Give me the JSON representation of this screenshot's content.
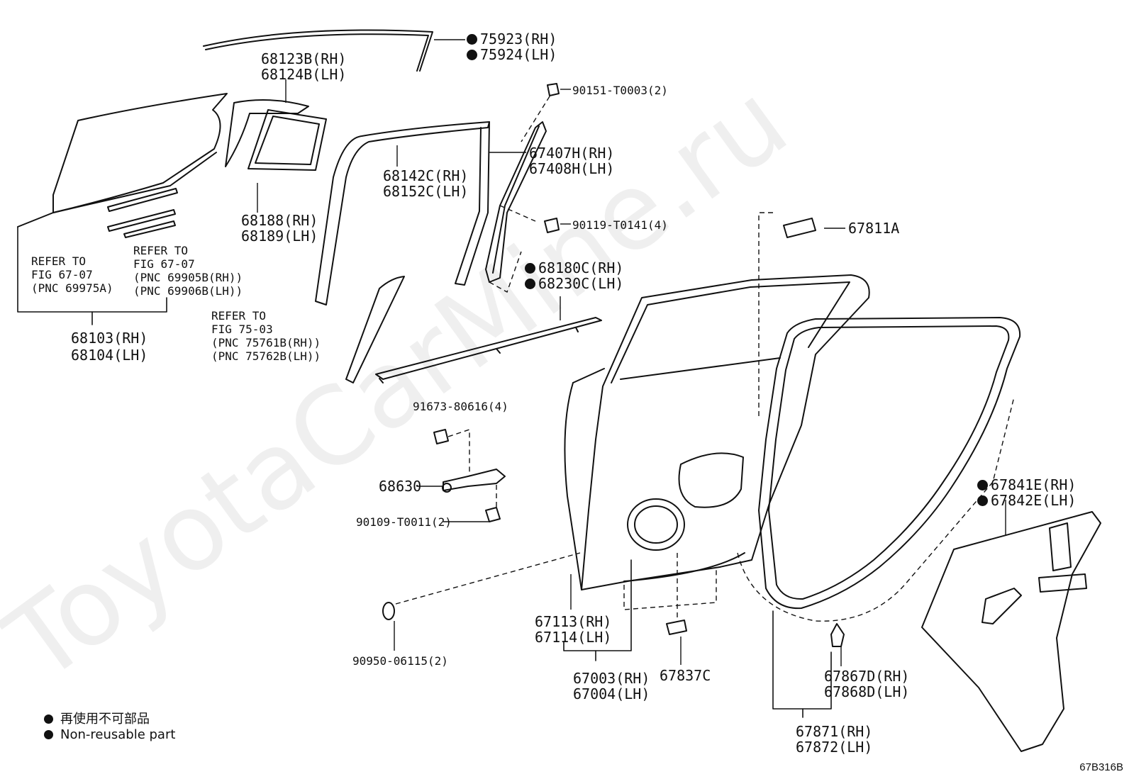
{
  "watermark": "ToyotaCarMine.ru",
  "diagram_code": "67B316B",
  "legend": {
    "jp": "再使用不可部品",
    "en": "Non-reusable part"
  },
  "labels": {
    "p75923": "75923(RH)",
    "p75924": "75924(LH)",
    "p68123": "68123B(RH)",
    "p68124": "68124B(LH)",
    "p90151": "90151-T0003(2)",
    "p67407": "67407H(RH)",
    "p67408": "67408H(LH)",
    "p68142": "68142C(RH)",
    "p68152": "68152C(LH)",
    "p68188": "68188(RH)",
    "p68189": "68189(LH)",
    "p90119": "90119-T0141(4)",
    "p67811": "67811A",
    "ref1_l1": "REFER TO",
    "ref1_l2": "FIG 67-07",
    "ref1_l3": "(PNC 69975A)",
    "ref2_l1": "REFER TO",
    "ref2_l2": "FIG 67-07",
    "ref2_l3": "(PNC 69905B(RH))",
    "ref2_l4": "(PNC 69906B(LH))",
    "p68180": "68180C(RH)",
    "p68230": "68230C(LH)",
    "p68103": "68103(RH)",
    "p68104": "68104(LH)",
    "ref3_l1": "REFER TO",
    "ref3_l2": "FIG 75-03",
    "ref3_l3": "(PNC 75761B(RH))",
    "ref3_l4": "(PNC 75762B(LH))",
    "p91673": "91673-80616(4)",
    "p68630": "68630",
    "p90109": "90109-T0011(2)",
    "p67841": "67841E(RH)",
    "p67842": "67842E(LH)",
    "p67113": "67113(RH)",
    "p67114": "67114(LH)",
    "p90950": "90950-06115(2)",
    "p67003": "67003(RH)",
    "p67004": "67004(LH)",
    "p67837": "67837C",
    "p67867": "67867D(RH)",
    "p67868": "67868D(LH)",
    "p67871": "67871(RH)",
    "p67872": "67872(LH)"
  }
}
